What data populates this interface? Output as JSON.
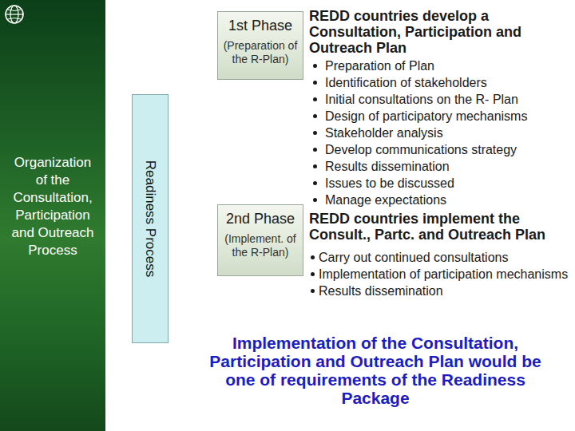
{
  "diagram": {
    "nodes": [
      {
        "text": [
          "Organization of the Consultation, Participation and Outreach Process"
        ]
      },
      {
        "text": [
          "Readiness Process"
        ]
      },
      {
        "text": [
          "1st Phase",
          "(Preparation of the R-Plan)"
        ]
      },
      {
        "text": [
          "2nd Phase",
          "(Implement. of the R-Plan)"
        ]
      }
    ],
    "labels": [
      "REDD countries develop a Consultation, Participation and Outreach Plan",
      "Preparation of Plan",
      "Identification of stakeholders",
      "Initial consultations on the R- Plan",
      "Design of participatory mechanisms",
      "Stakeholder analysis",
      "Develop communications strategy",
      "Results dissemination",
      "Issues to be discussed",
      "Manage expectations",
      "REDD countries implement the Consult., Partc. and Outreach Plan",
      "Carry out continued consultations",
      "Implementation of participation mechanisms",
      "Results dissemination",
      "Implementation of the Consultation, Participation and Outreach Plan would be one of requirements of the Readiness Package"
    ]
  }
}
